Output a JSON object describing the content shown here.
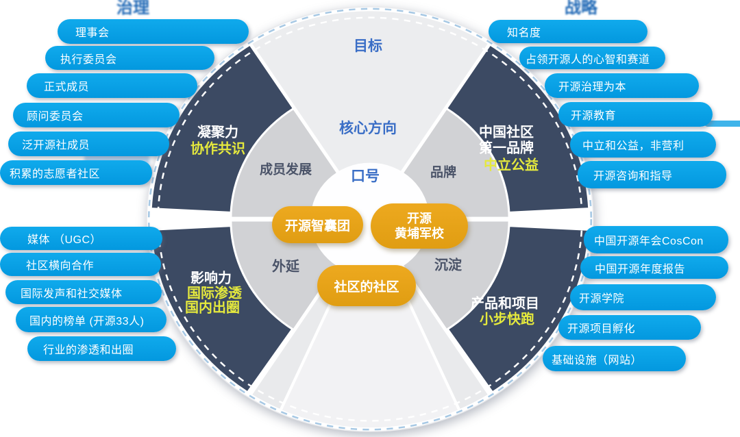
{
  "headers": {
    "left_partial": "治理",
    "right_partial": "战略"
  },
  "wheel": {
    "top_wedge": {
      "outer": "目标",
      "middle": "核心方向",
      "inner": "口号"
    },
    "ring": {
      "top_left": "成员发展",
      "top_right": "品牌",
      "bottom_left": "外延",
      "bottom_right": "沉淀"
    },
    "quadrants": {
      "top_left": {
        "title": "凝聚力",
        "subtitle": "协作共识"
      },
      "top_right": {
        "title_line1": "中国社区",
        "title_line2": "第一品牌",
        "subtitle": "中立公益"
      },
      "bottom_left": {
        "title": "影响力",
        "subtitle_line1": "国际渗透",
        "subtitle_line2": "国内出圈"
      },
      "bottom_right": {
        "title": "产品和项目",
        "subtitle": "小步快跑"
      }
    },
    "center_pills": {
      "left": "开源智囊团",
      "right_line1": "开源",
      "right_line2": "黄埔军校",
      "bottom": "社区的社区"
    }
  },
  "pills": {
    "left_top": [
      {
        "label": "理事会"
      },
      {
        "label": "执行委员会"
      },
      {
        "label": "正式成员"
      },
      {
        "label": "顾问委员会"
      },
      {
        "label": "泛开源社成员"
      },
      {
        "label": "积累的志愿者社区"
      }
    ],
    "left_bottom": [
      {
        "label": "媒体 （UGC）"
      },
      {
        "label": "社区横向合作"
      },
      {
        "label": "国际发声和社交媒体"
      },
      {
        "label": "国内的榜单 (开源33人)"
      },
      {
        "label": "行业的渗透和出圈"
      }
    ],
    "right_top": [
      {
        "label": "知名度"
      },
      {
        "label": "占领开源人的心智和赛道"
      },
      {
        "label": "开源治理为本"
      },
      {
        "label": "开源教育"
      },
      {
        "label": "中立和公益，非营利"
      },
      {
        "label": "开源咨询和指导"
      }
    ],
    "right_bottom": [
      {
        "label": "中国开源年会CosCon"
      },
      {
        "label": "中国开源年度报告"
      },
      {
        "label": "开源学院"
      },
      {
        "label": "开源项目孵化"
      },
      {
        "label": "基础设施（网站）"
      }
    ]
  },
  "colors": {
    "pill_blue": "#05a3e6",
    "navy": "#3c4a63",
    "orange": "#e7a41c",
    "gray_ring": "#d1d2d5",
    "light_wedge": "#ecedef",
    "accent_yellow": "#e5e93d",
    "label_blue": "#3a6ec6",
    "header_blue": "#1f68b5"
  }
}
